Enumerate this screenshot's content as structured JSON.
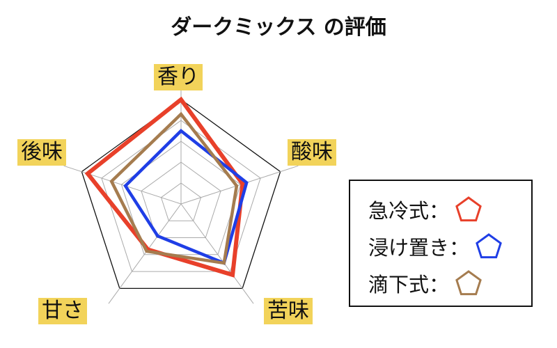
{
  "chart_data": {
    "type": "radar",
    "title": "ダークミックス の評価",
    "axes": [
      "香り",
      "酸味",
      "苦味",
      "甘さ",
      "後味"
    ],
    "rmax": 5,
    "rings": 5,
    "grid": true,
    "legend_position": "right",
    "series": [
      {
        "name": "急冷式",
        "color": "#e8402a",
        "values": [
          5.0,
          3.1,
          4.2,
          2.7,
          4.7
        ]
      },
      {
        "name": "浸け置き",
        "color": "#1f3ee6",
        "values": [
          3.5,
          3.3,
          3.5,
          1.9,
          2.8
        ]
      },
      {
        "name": "滴下式",
        "color": "#a57c4f",
        "values": [
          4.3,
          2.8,
          3.5,
          2.8,
          3.5
        ]
      }
    ],
    "legend_suffix": "："
  }
}
